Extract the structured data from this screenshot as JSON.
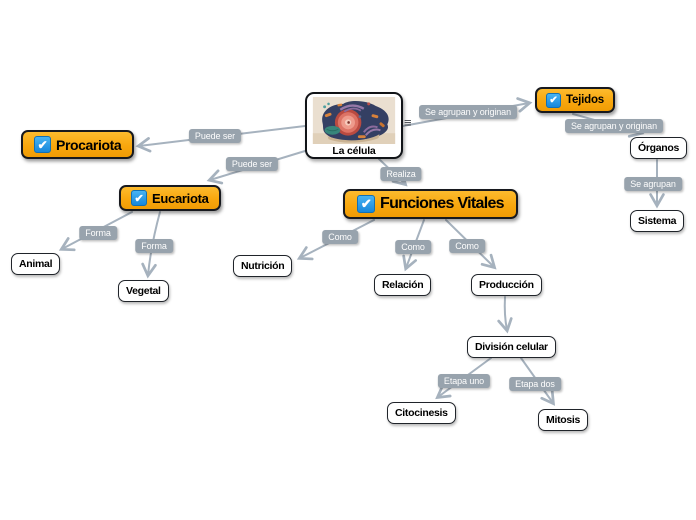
{
  "diagram_title": "La célula concept map",
  "icons": {
    "check": "✔",
    "menu": "≡",
    "cell_image": "cell-photo"
  },
  "colors": {
    "canvas_bg": "#FFFFFF",
    "topic_fill": "#F9A70F",
    "topic_border": "#17191E",
    "subtopic_fill": "#FFFFFF",
    "checkbox_blue": "#1E96E8",
    "connector": "#A6B2BE",
    "edge_label_bg": "#98A3AD",
    "edge_label_text": "#FFFFFF"
  },
  "nodes": [
    {
      "id": "la-celula",
      "label": "La célula",
      "kind": "root-image-topic",
      "checked": false
    },
    {
      "id": "procariota",
      "label": "Procariota",
      "kind": "topic",
      "checked": true
    },
    {
      "id": "eucariota",
      "label": "Eucariota",
      "kind": "topic",
      "checked": true
    },
    {
      "id": "tejidos",
      "label": "Tejidos",
      "kind": "topic",
      "checked": true
    },
    {
      "id": "funciones-vitales",
      "label": "Funciones Vitales",
      "kind": "topic",
      "checked": true
    },
    {
      "id": "organos",
      "label": "Órganos",
      "kind": "subtopic"
    },
    {
      "id": "sistema",
      "label": "Sistema",
      "kind": "subtopic"
    },
    {
      "id": "animal",
      "label": "Animal",
      "kind": "subtopic"
    },
    {
      "id": "vegetal",
      "label": "Vegetal",
      "kind": "subtopic"
    },
    {
      "id": "nutricion",
      "label": "Nutrición",
      "kind": "subtopic"
    },
    {
      "id": "relacion",
      "label": "Relación",
      "kind": "subtopic"
    },
    {
      "id": "produccion",
      "label": "Producción",
      "kind": "subtopic"
    },
    {
      "id": "division-celular",
      "label": "División celular",
      "kind": "subtopic"
    },
    {
      "id": "citocinesis",
      "label": "Citocinesis",
      "kind": "subtopic"
    },
    {
      "id": "mitosis",
      "label": "Mitosis",
      "kind": "subtopic"
    }
  ],
  "edges": [
    {
      "from": "la-celula",
      "to": "procariota",
      "label": "Puede ser"
    },
    {
      "from": "la-celula",
      "to": "eucariota",
      "label": "Puede ser"
    },
    {
      "from": "la-celula",
      "to": "funciones-vitales",
      "label": "Realiza"
    },
    {
      "from": "la-celula",
      "to": "tejidos",
      "label": "Se agrupan y originan"
    },
    {
      "from": "tejidos",
      "to": "organos",
      "label": "Se agrupan y originan"
    },
    {
      "from": "organos",
      "to": "sistema",
      "label": "Se agrupan"
    },
    {
      "from": "eucariota",
      "to": "animal",
      "label": "Forma"
    },
    {
      "from": "eucariota",
      "to": "vegetal",
      "label": "Forma"
    },
    {
      "from": "funciones-vitales",
      "to": "nutricion",
      "label": "Como"
    },
    {
      "from": "funciones-vitales",
      "to": "relacion",
      "label": "Como"
    },
    {
      "from": "funciones-vitales",
      "to": "produccion",
      "label": "Como"
    },
    {
      "from": "produccion",
      "to": "division-celular",
      "label": ""
    },
    {
      "from": "division-celular",
      "to": "citocinesis",
      "label": "Etapa uno"
    },
    {
      "from": "division-celular",
      "to": "mitosis",
      "label": "Etapa dos"
    }
  ]
}
